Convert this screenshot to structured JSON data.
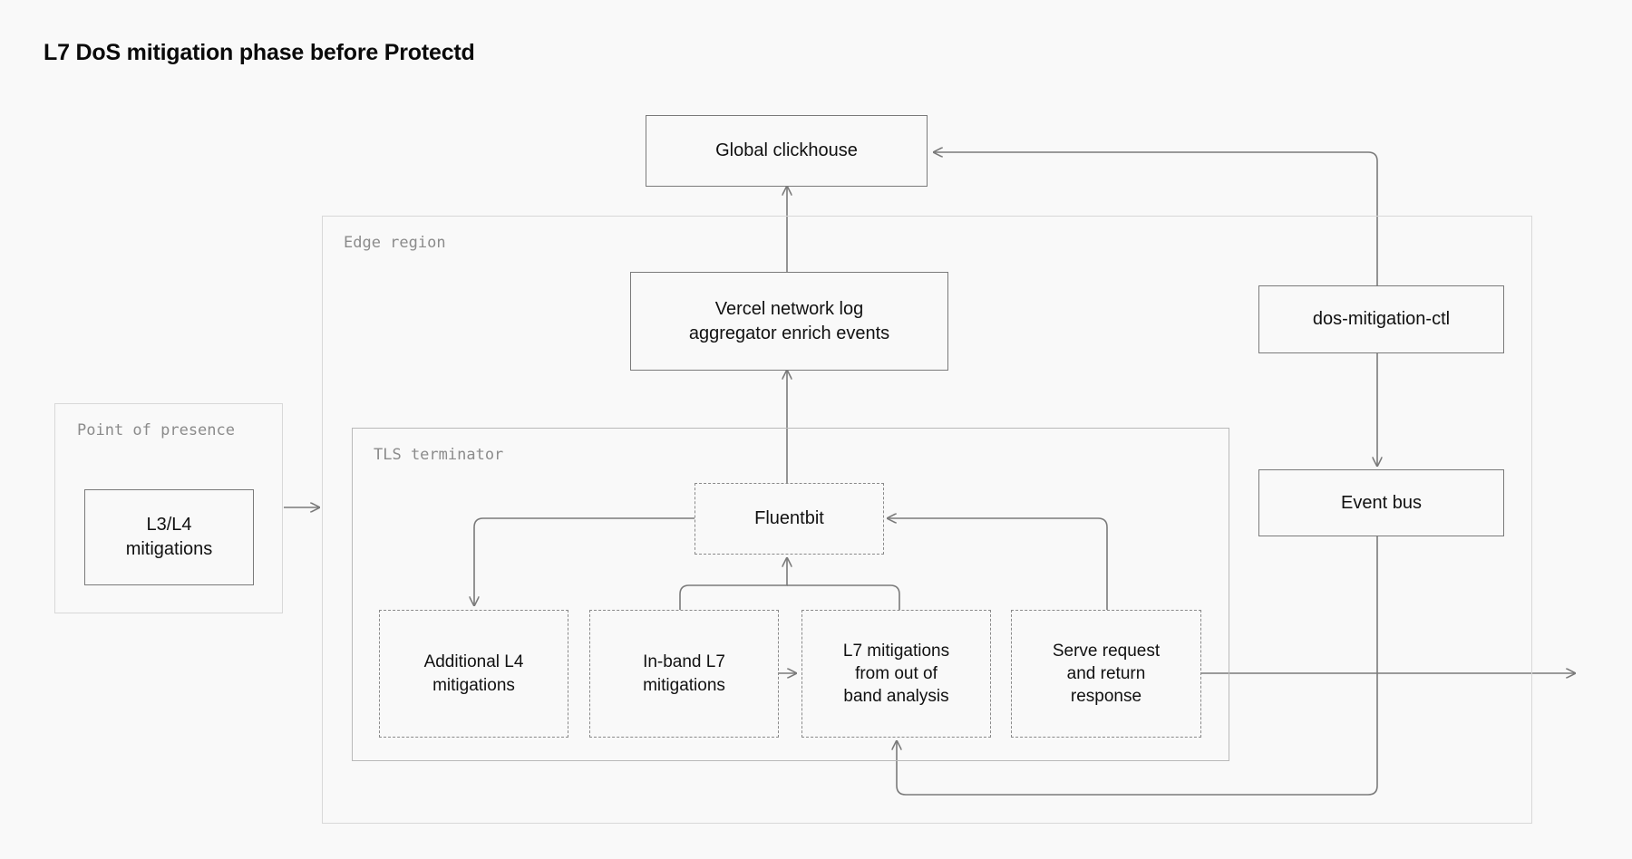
{
  "diagram": {
    "title": "L7 DoS mitigation phase before Protectd",
    "background_color": "#f9f9f9",
    "stroke_color": "#7a7a7a",
    "group_label_color": "#8b8b8b"
  },
  "groups": {
    "pop": {
      "label": "Point of presence"
    },
    "edge_region": {
      "label": "Edge region"
    },
    "tls_terminator": {
      "label": "TLS terminator"
    }
  },
  "nodes": {
    "global_clickhouse": {
      "label": "Global clickhouse",
      "style": "solid"
    },
    "l3l4": {
      "label": "L3/L4\nmitigations",
      "line1": "L3/L4",
      "line2": "mitigations",
      "style": "solid"
    },
    "vercel_aggregator": {
      "line1": "Vercel network log",
      "line2": "aggregator enrich events",
      "style": "solid"
    },
    "fluentbit": {
      "label": "Fluentbit",
      "style": "dashed"
    },
    "additional_l4": {
      "line1": "Additional L4",
      "line2": "mitigations",
      "style": "dashed"
    },
    "inband_l7": {
      "line1": "In-band L7",
      "line2": "mitigations",
      "style": "dashed"
    },
    "l7_oob": {
      "line1": "L7 mitigations",
      "line2": "from out of",
      "line3": "band analysis",
      "style": "dashed"
    },
    "serve_request": {
      "line1": "Serve request",
      "line2": "and return",
      "line3": "response",
      "style": "dashed"
    },
    "dos_mitigation_ctl": {
      "label": "dos-mitigation-ctl",
      "style": "solid"
    },
    "event_bus": {
      "label": "Event bus",
      "style": "solid"
    }
  },
  "edges": [
    {
      "from": "l3l4",
      "to": "edge_region",
      "arrow": true
    },
    {
      "from": "vercel_aggregator",
      "to": "global_clickhouse",
      "arrow": true
    },
    {
      "from": "fluentbit",
      "to": "vercel_aggregator",
      "arrow": true
    },
    {
      "from": "fluentbit",
      "to": "additional_l4",
      "arrow": true
    },
    {
      "from": "inband_l7",
      "to": "fluentbit",
      "arrow": true
    },
    {
      "from": "l7_oob",
      "to": "fluentbit",
      "arrow": true
    },
    {
      "from": "serve_request",
      "to": "fluentbit",
      "arrow": true
    },
    {
      "from": "inband_l7",
      "to": "l7_oob",
      "arrow": true
    },
    {
      "from": "dos_mitigation_ctl",
      "to": "global_clickhouse",
      "arrow": true
    },
    {
      "from": "dos_mitigation_ctl",
      "to": "event_bus",
      "arrow": true
    },
    {
      "from": "event_bus",
      "to": "l7_oob",
      "arrow": true
    },
    {
      "from": "serve_request",
      "to": "client",
      "arrow": true
    }
  ]
}
